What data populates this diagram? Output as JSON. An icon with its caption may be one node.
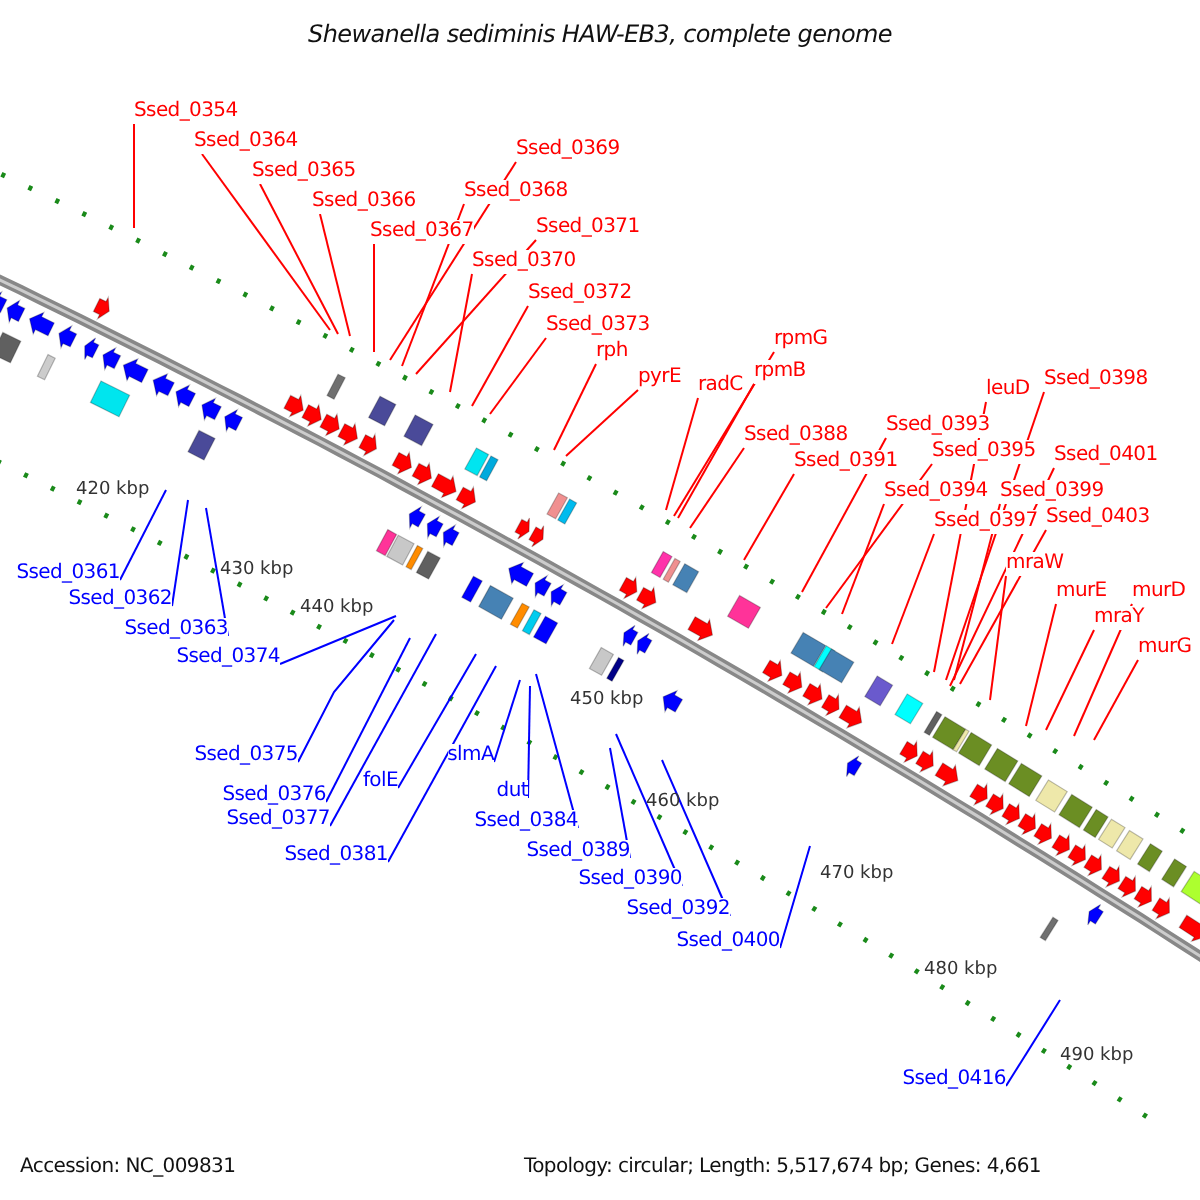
{
  "diagram": {
    "title": "Shewanella sediminis HAW-EB3, complete genome",
    "nodes": [
      {
        "text": [
          "Ssed_0354"
        ]
      },
      {
        "text": [
          "Ssed_0364"
        ]
      },
      {
        "text": [
          "Ssed_0369"
        ]
      },
      {
        "text": [
          "Ssed_0365"
        ]
      },
      {
        "text": [
          "Ssed_0368"
        ]
      },
      {
        "text": [
          "Ssed_0366"
        ]
      },
      {
        "text": [
          "Ssed_0371"
        ]
      },
      {
        "text": [
          "Ssed_0367"
        ]
      },
      {
        "text": [
          "Ssed_0370"
        ]
      },
      {
        "text": [
          "Ssed_0372"
        ]
      },
      {
        "text": [
          "Ssed_0373"
        ]
      },
      {
        "text": [
          "rpmG"
        ]
      },
      {
        "text": [
          "rph"
        ]
      },
      {
        "text": [
          "rpmB"
        ]
      },
      {
        "text": [
          "pyrE"
        ]
      },
      {
        "text": [
          "Ssed_0398"
        ]
      },
      {
        "text": [
          "radC"
        ]
      },
      {
        "text": [
          "leuD"
        ]
      },
      {
        "text": [
          "Ssed_0393"
        ]
      },
      {
        "text": [
          "Ssed_0388"
        ]
      },
      {
        "text": [
          "Ssed_0395"
        ]
      },
      {
        "text": [
          "Ssed_0401"
        ]
      },
      {
        "text": [
          "Ssed_0391"
        ]
      },
      {
        "text": [
          "Ssed_0394"
        ]
      },
      {
        "text": [
          "Ssed_0399"
        ]
      },
      {
        "text": [
          "Ssed_0403"
        ]
      },
      {
        "text": [
          "Ssed_0397"
        ]
      },
      {
        "text": [
          "mraW"
        ]
      },
      {
        "text": [
          "murE"
        ]
      },
      {
        "text": [
          "murD"
        ]
      },
      {
        "text": [
          "mraY"
        ]
      },
      {
        "text": [
          "murG"
        ]
      },
      {
        "text": [
          "Ssed_0361"
        ]
      },
      {
        "text": [
          "Ssed_0362"
        ]
      },
      {
        "text": [
          "Ssed_0363"
        ]
      },
      {
        "text": [
          "Ssed_0374"
        ]
      },
      {
        "text": [
          "Ssed_0375"
        ]
      },
      {
        "text": [
          "slmA"
        ]
      },
      {
        "text": [
          "folE"
        ]
      },
      {
        "text": [
          "dut"
        ]
      },
      {
        "text": [
          "Ssed_0376"
        ]
      },
      {
        "text": [
          "Ssed_0377"
        ]
      },
      {
        "text": [
          "Ssed_0384"
        ]
      },
      {
        "text": [
          "Ssed_0381"
        ]
      },
      {
        "text": [
          "Ssed_0389"
        ]
      },
      {
        "text": [
          "Ssed_0390"
        ]
      },
      {
        "text": [
          "Ssed_0392"
        ]
      },
      {
        "text": [
          "Ssed_0400"
        ]
      },
      {
        "text": [
          "Ssed_0416"
        ]
      }
    ],
    "edges": [
      {
        "from": 0,
        "to": null,
        "arrow": "none"
      },
      {
        "from": 1,
        "to": null,
        "arrow": "none"
      },
      {
        "from": 2,
        "to": null,
        "arrow": "none"
      },
      {
        "from": 3,
        "to": null,
        "arrow": "none"
      },
      {
        "from": 4,
        "to": null,
        "arrow": "none"
      },
      {
        "from": 5,
        "to": null,
        "arrow": "none"
      },
      {
        "from": 6,
        "to": null,
        "arrow": "none"
      },
      {
        "from": 7,
        "to": null,
        "arrow": "none"
      },
      {
        "from": 8,
        "to": null,
        "arrow": "none"
      },
      {
        "from": 9,
        "to": null,
        "arrow": "none"
      },
      {
        "from": 10,
        "to": null,
        "arrow": "none"
      },
      {
        "from": 11,
        "to": null,
        "arrow": "none"
      },
      {
        "from": 12,
        "to": null,
        "arrow": "none"
      },
      {
        "from": 13,
        "to": null,
        "arrow": "none"
      },
      {
        "from": 14,
        "to": null,
        "arrow": "none"
      },
      {
        "from": 15,
        "to": null,
        "arrow": "none"
      },
      {
        "from": 16,
        "to": null,
        "arrow": "none"
      },
      {
        "from": 17,
        "to": null,
        "arrow": "none"
      },
      {
        "from": 18,
        "to": null,
        "arrow": "none"
      },
      {
        "from": 19,
        "to": null,
        "arrow": "none"
      },
      {
        "from": 20,
        "to": null,
        "arrow": "none"
      },
      {
        "from": 21,
        "to": null,
        "arrow": "none"
      },
      {
        "from": 22,
        "to": null,
        "arrow": "none"
      },
      {
        "from": 23,
        "to": null,
        "arrow": "none"
      },
      {
        "from": 24,
        "to": null,
        "arrow": "none"
      },
      {
        "from": 25,
        "to": null,
        "arrow": "none"
      },
      {
        "from": 26,
        "to": null,
        "arrow": "none"
      },
      {
        "from": 27,
        "to": null,
        "arrow": "none"
      },
      {
        "from": 28,
        "to": null,
        "arrow": "none"
      },
      {
        "from": 29,
        "to": null,
        "arrow": "none"
      },
      {
        "from": 30,
        "to": null,
        "arrow": "none"
      },
      {
        "from": 31,
        "to": null,
        "arrow": "none"
      },
      {
        "from": 32,
        "to": null,
        "arrow": "none",
        "color": "#0000ff"
      },
      {
        "from": 33,
        "to": null,
        "arrow": "none",
        "color": "#0000ff"
      },
      {
        "from": 34,
        "to": null,
        "arrow": "none",
        "color": "#0000ff"
      },
      {
        "from": 35,
        "to": null,
        "arrow": "none",
        "color": "#0000ff"
      },
      {
        "from": 36,
        "to": null,
        "arrow": "none",
        "color": "#0000ff"
      },
      {
        "from": 37,
        "to": null,
        "arrow": "none",
        "color": "#0000ff"
      },
      {
        "from": 38,
        "to": null,
        "arrow": "none",
        "color": "#0000ff"
      },
      {
        "from": 39,
        "to": null,
        "arrow": "none",
        "color": "#0000ff"
      },
      {
        "from": 40,
        "to": null,
        "arrow": "none",
        "color": "#0000ff"
      },
      {
        "from": 41,
        "to": null,
        "arrow": "none",
        "color": "#0000ff"
      },
      {
        "from": 42,
        "to": null,
        "arrow": "none",
        "color": "#0000ff"
      },
      {
        "from": 43,
        "to": null,
        "arrow": "none",
        "color": "#0000ff"
      },
      {
        "from": 44,
        "to": null,
        "arrow": "none",
        "color": "#0000ff"
      },
      {
        "from": 45,
        "to": null,
        "arrow": "none",
        "color": "#0000ff"
      },
      {
        "from": 46,
        "to": null,
        "arrow": "none",
        "color": "#0000ff"
      },
      {
        "from": 47,
        "to": null,
        "arrow": "none",
        "color": "#0000ff"
      },
      {
        "from": 48,
        "to": null,
        "arrow": "none",
        "color": "#0000ff"
      }
    ],
    "labels": [
      "420 kbp",
      "430 kbp",
      "440 kbp",
      "450 kbp",
      "460 kbp",
      "470 kbp",
      "480 kbp",
      "490 kbp",
      "Accession: NC_009831",
      "Topology: circular; Length: 5,517,674 bp; Genes: 4,661"
    ]
  }
}
